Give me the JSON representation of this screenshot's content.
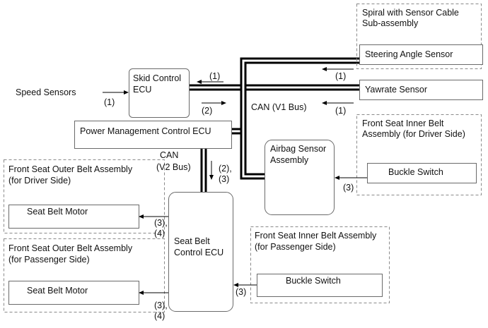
{
  "groups": {
    "spiral": [
      "Spiral with Sensor Cable",
      "Sub-assembly"
    ],
    "inner_driver": [
      "Front Seat Inner Belt",
      "Assembly (for Driver Side)"
    ],
    "outer_driver": [
      "Front Seat Outer Belt Assembly",
      "(for Driver Side)"
    ],
    "outer_passenger": [
      "Front Seat Outer Belt Assembly",
      "(for Passenger Side)"
    ],
    "inner_passenger": [
      "Front Seat Inner Belt Assembly",
      "(for Passenger Side)"
    ]
  },
  "components": {
    "skid_ecu": [
      "Skid Control",
      "ECU"
    ],
    "steering_sensor": "Steering Angle Sensor",
    "yawrate_sensor": "Yawrate Sensor",
    "power_mgmt_ecu": "Power Management Control ECU",
    "airbag_sensor": [
      "Airbag Sensor",
      "Assembly"
    ],
    "buckle_driver": "Buckle Switch",
    "seat_belt_ecu": [
      "Seat Belt",
      "Control ECU"
    ],
    "motor_driver": "Seat Belt Motor",
    "motor_passenger": "Seat Belt Motor",
    "buckle_passenger": "Buckle Switch"
  },
  "labels": {
    "speed_sensors": "Speed Sensors",
    "can_v1": "CAN (V1 Bus)",
    "can_v2": [
      "CAN",
      "(V2 Bus)"
    ]
  },
  "signals": {
    "speed": "(1)",
    "skid_in": "(1)",
    "skid_out": "(2)",
    "steering": "(1)",
    "yawrate": "(1)",
    "v2_down": [
      "(2),",
      "(3)"
    ],
    "buckle_driver": "(3)",
    "motor_driver": [
      "(3),",
      "(4)"
    ],
    "motor_passenger": [
      "(3),",
      "(4)"
    ],
    "buckle_passenger": "(3)"
  }
}
